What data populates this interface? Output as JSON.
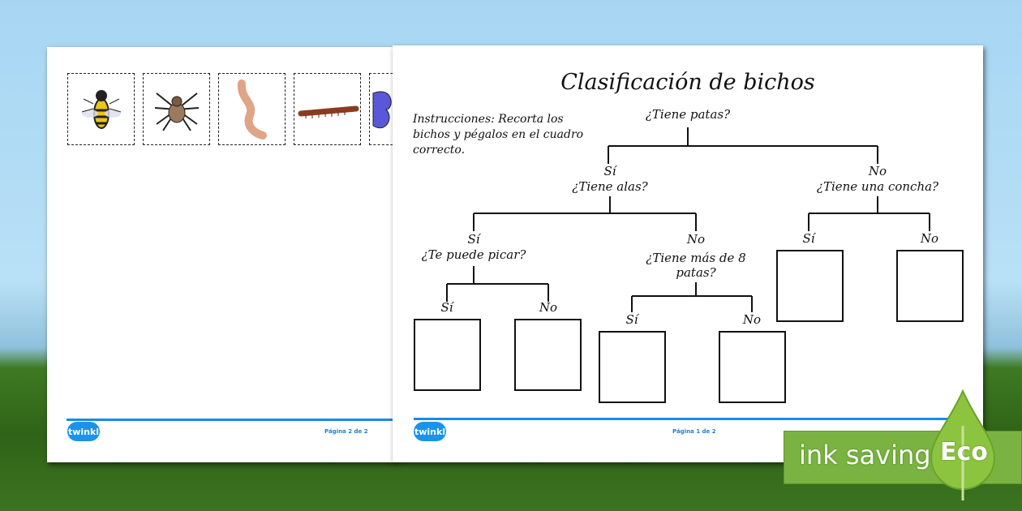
{
  "page2": {
    "cutouts": [
      "wasp",
      "spider",
      "worm",
      "millipede",
      "butterfly"
    ],
    "footer_logo": "twinkl",
    "page_label": "Página 2 de 2"
  },
  "page1": {
    "title": "Clasificación de bichos",
    "instructions": [
      "Instrucciones: Recorta los",
      "bichos y pégalos en el cuadro",
      "correcto."
    ],
    "q_root": "¿Tiene patas?",
    "yes": "Sí",
    "no": "No",
    "q_wings": "¿Tiene alas?",
    "q_shell": "¿Tiene una concha?",
    "q_sting": "¿Te puede picar?",
    "q_legs": [
      "¿Tiene más de 8",
      "patas?"
    ],
    "footer_logo": "twinkl",
    "page_label": "Página 1 de 2"
  },
  "badge": {
    "text": "ink saving",
    "eco": "Eco"
  },
  "colors": {
    "accent": "#1a8ae6",
    "eco_green": "#7bb342"
  }
}
